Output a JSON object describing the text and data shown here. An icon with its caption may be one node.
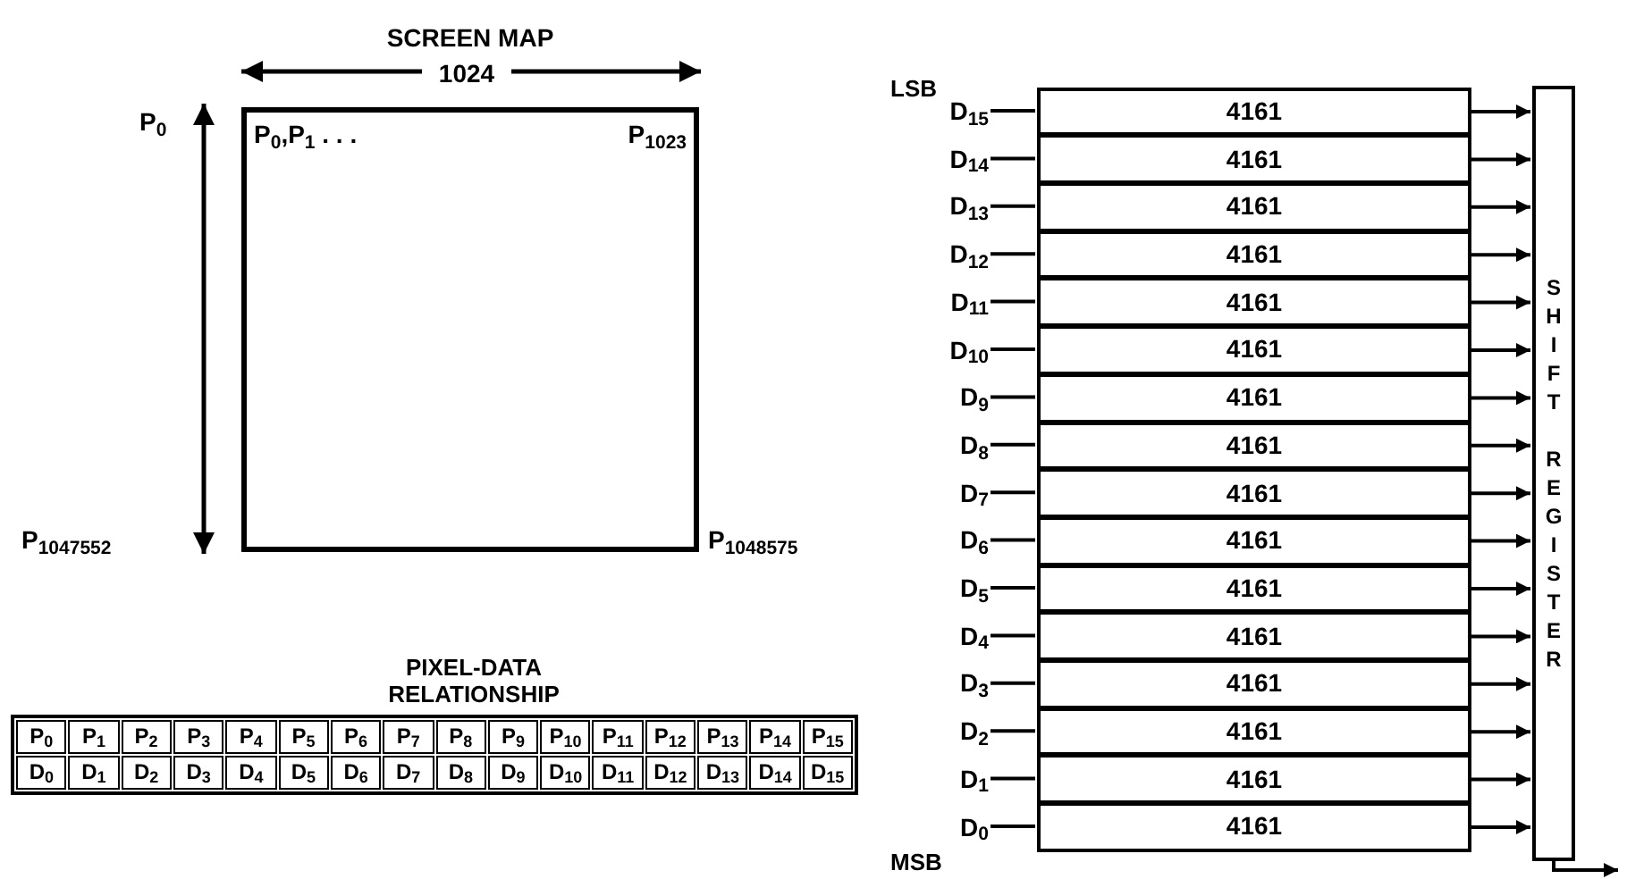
{
  "diagram": {
    "nodes": [
      {
        "text": [
          "SCREEN MAP",
          "P$_{0}$,P$_{1}$ . . .",
          "P$_{1023}$"
        ]
      },
      {
        "text": [
          "D$_{15}$"
        ]
      },
      {
        "text": [
          "4161"
        ]
      },
      {
        "text": [
          "D$_{14}$"
        ]
      },
      {
        "text": [
          "4161"
        ]
      },
      {
        "text": [
          "D$_{13}$"
        ]
      },
      {
        "text": [
          "4161"
        ]
      },
      {
        "text": [
          "D$_{12}$"
        ]
      },
      {
        "text": [
          "4161"
        ]
      },
      {
        "text": [
          "D$_{11}$"
        ]
      },
      {
        "text": [
          "4161"
        ]
      },
      {
        "text": [
          "D$_{10}$"
        ]
      },
      {
        "text": [
          "4161"
        ]
      },
      {
        "text": [
          "D$_{9}$"
        ]
      },
      {
        "text": [
          "4161"
        ]
      },
      {
        "text": [
          "D$_{8}$"
        ]
      },
      {
        "text": [
          "4161"
        ]
      },
      {
        "text": [
          "D$_{7}$"
        ]
      },
      {
        "text": [
          "4161"
        ]
      },
      {
        "text": [
          "D$_{6}$"
        ]
      },
      {
        "text": [
          "4161"
        ]
      },
      {
        "text": [
          "D$_{5}$"
        ]
      },
      {
        "text": [
          "4161"
        ]
      },
      {
        "text": [
          "D$_{4}$"
        ]
      },
      {
        "text": [
          "4161"
        ]
      },
      {
        "text": [
          "D$_{3}$"
        ]
      },
      {
        "text": [
          "4161"
        ]
      },
      {
        "text": [
          "D$_{2}$"
        ]
      },
      {
        "text": [
          "4161"
        ]
      },
      {
        "text": [
          "D$_{1}$"
        ]
      },
      {
        "text": [
          "4161"
        ]
      },
      {
        "text": [
          "D$_{0}$"
        ]
      },
      {
        "text": [
          "4161"
        ]
      },
      {
        "text": [
          "SHIFT REGISTER"
        ]
      }
    ],
    "edges": [
      {
        "from": 1,
        "to": 2,
        "arrow": "none"
      },
      {
        "from": 2,
        "to": 33,
        "arrow": "to"
      },
      {
        "from": 3,
        "to": 4,
        "arrow": "none"
      },
      {
        "from": 4,
        "to": 33,
        "arrow": "to"
      },
      {
        "from": 5,
        "to": 6,
        "arrow": "none"
      },
      {
        "from": 6,
        "to": 33,
        "arrow": "to"
      },
      {
        "from": 7,
        "to": 8,
        "arrow": "none"
      },
      {
        "from": 8,
        "to": 33,
        "arrow": "to"
      },
      {
        "from": 9,
        "to": 10,
        "arrow": "none"
      },
      {
        "from": 10,
        "to": 33,
        "arrow": "to"
      },
      {
        "from": 11,
        "to": 12,
        "arrow": "none"
      },
      {
        "from": 12,
        "to": 33,
        "arrow": "to"
      },
      {
        "from": 13,
        "to": 14,
        "arrow": "none"
      },
      {
        "from": 14,
        "to": 33,
        "arrow": "to"
      },
      {
        "from": 15,
        "to": 16,
        "arrow": "none"
      },
      {
        "from": 16,
        "to": 33,
        "arrow": "to"
      },
      {
        "from": 17,
        "to": 18,
        "arrow": "none"
      },
      {
        "from": 18,
        "to": 33,
        "arrow": "to"
      },
      {
        "from": 19,
        "to": 20,
        "arrow": "none"
      },
      {
        "from": 20,
        "to": 33,
        "arrow": "to"
      },
      {
        "from": 21,
        "to": 22,
        "arrow": "none"
      },
      {
        "from": 22,
        "to": 33,
        "arrow": "to"
      },
      {
        "from": 23,
        "to": 24,
        "arrow": "none"
      },
      {
        "from": 24,
        "to": 33,
        "arrow": "to"
      },
      {
        "from": 25,
        "to": 26,
        "arrow": "none"
      },
      {
        "from": 26,
        "to": 33,
        "arrow": "to"
      },
      {
        "from": 27,
        "to": 28,
        "arrow": "none"
      },
      {
        "from": 28,
        "to": 33,
        "arrow": "to"
      },
      {
        "from": 29,
        "to": 30,
        "arrow": "none"
      },
      {
        "from": 30,
        "to": 33,
        "arrow": "to"
      },
      {
        "from": 31,
        "to": 32,
        "arrow": "none"
      },
      {
        "from": 32,
        "to": 33,
        "arrow": "to"
      },
      {
        "from": 33,
        "to": null,
        "arrow": "to"
      }
    ],
    "labels": [
      "P$_{0}$",
      "1024",
      "P$_{1047552}$",
      "P$_{1048575}$",
      "PIXEL-DATA RELATIONSHIP",
      "P$_{0}$",
      "P$_{1}$",
      "P$_{2}$",
      "P$_{3}$",
      "P$_{4}$",
      "P$_{5}$",
      "P$_{6}$",
      "P$_{7}$",
      "P$_{8}$",
      "P$_{9}$",
      "P$_{10}$",
      "P$_{11}$",
      "P$_{12}$",
      "P$_{13}$",
      "P$_{14}$",
      "P$_{15}$",
      "D$_{0}$",
      "D$_{1}$",
      "D$_{2}$",
      "D$_{3}$",
      "D$_{4}$",
      "D$_{5}$",
      "D$_{6}$",
      "D$_{7}$",
      "D$_{8}$",
      "D$_{9}$",
      "D$_{10}$",
      "D$_{11}$",
      "D$_{12}$",
      "D$_{13}$",
      "D$_{14}$",
      "D$_{15}$",
      "LSB",
      "MSB"
    ]
  }
}
